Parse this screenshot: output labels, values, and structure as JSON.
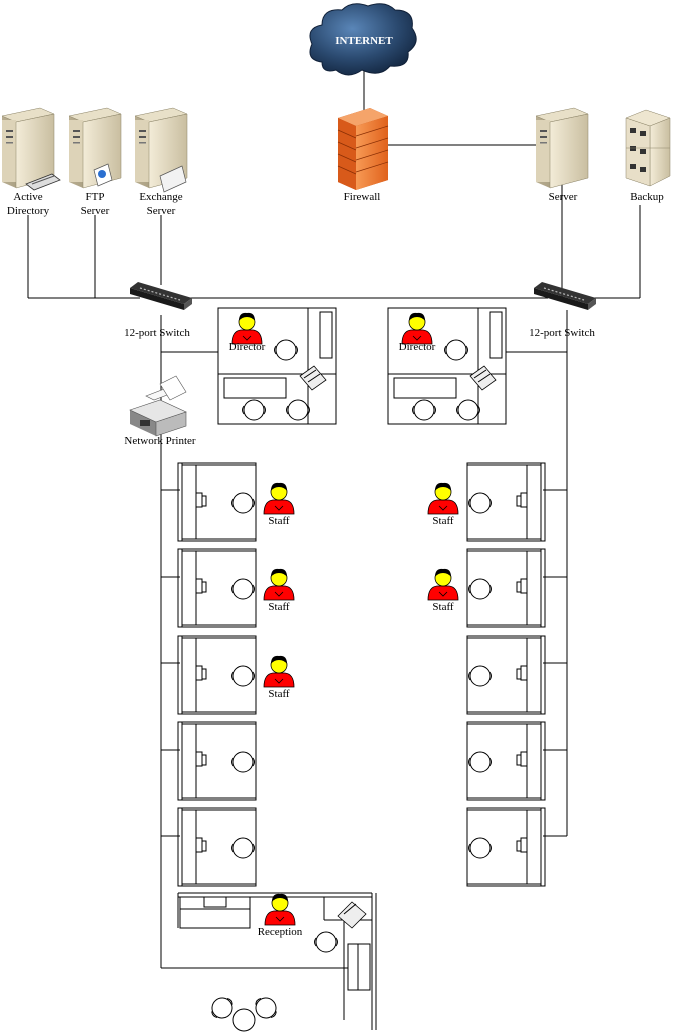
{
  "diagram": {
    "title": "Office Network Floor Plan",
    "internet": {
      "label": "INTERNET",
      "icon": "cloud-icon",
      "color": "#2b4a70"
    },
    "firewall": {
      "label": "Firewall",
      "icon": "firewall-icon",
      "color": "#f07a30"
    },
    "servers_left": [
      {
        "id": "active-directory",
        "label_lines": [
          "Active",
          "Directory"
        ],
        "icon": "server-icon"
      },
      {
        "id": "ftp-server",
        "label_lines": [
          "FTP",
          "Server"
        ],
        "icon": "server-icon"
      },
      {
        "id": "exchange-server",
        "label_lines": [
          "Exchange",
          "Server"
        ],
        "icon": "server-icon"
      }
    ],
    "servers_right": [
      {
        "id": "server",
        "label_lines": [
          "Server"
        ],
        "icon": "server-icon"
      },
      {
        "id": "backup",
        "label_lines": [
          "Backup"
        ],
        "icon": "storage-icon"
      }
    ],
    "switches": [
      {
        "id": "switch-left",
        "label": "12-port Switch",
        "icon": "switch-icon"
      },
      {
        "id": "switch-right",
        "label": "12-port Switch",
        "icon": "switch-icon"
      }
    ],
    "printer": {
      "label": "Network Printer",
      "icon": "printer-icon"
    },
    "person_color": "#ff0000",
    "directors": [
      {
        "id": "director-left",
        "label": "Director"
      },
      {
        "id": "director-right",
        "label": "Director"
      }
    ],
    "staff_left": [
      {
        "occupied": true,
        "label": "Staff"
      },
      {
        "occupied": true,
        "label": "Staff"
      },
      {
        "occupied": true,
        "label": "Staff"
      },
      {
        "occupied": false,
        "label": ""
      },
      {
        "occupied": false,
        "label": ""
      }
    ],
    "staff_right": [
      {
        "occupied": true,
        "label": "Staff"
      },
      {
        "occupied": true,
        "label": "Staff"
      },
      {
        "occupied": false,
        "label": ""
      },
      {
        "occupied": false,
        "label": ""
      },
      {
        "occupied": false,
        "label": ""
      }
    ],
    "reception": {
      "label": "Reception"
    }
  }
}
